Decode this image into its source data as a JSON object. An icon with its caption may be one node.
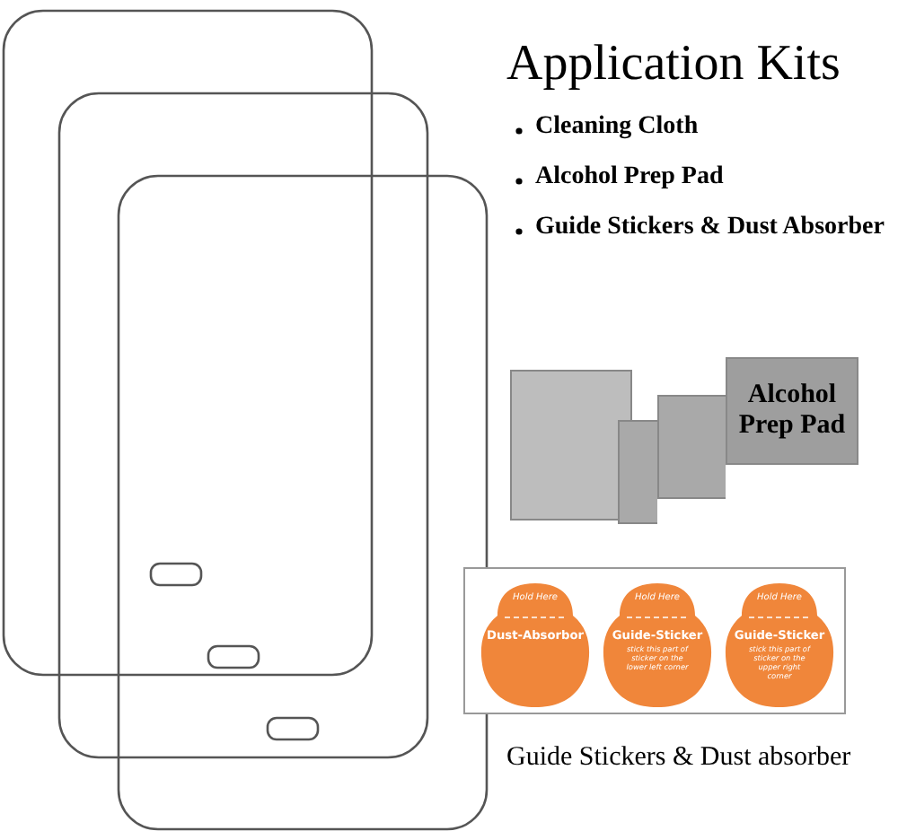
{
  "diagram": {
    "title": "Application Kits",
    "caption": "Guide Stickers & Dust absorber",
    "labels": [
      "Cleaning Cloth",
      "Alcohol Prep Pad",
      "Guide Stickers & Dust Absorber"
    ],
    "nodes": [
      {
        "text": [],
        "shape": "box"
      },
      {
        "text": [],
        "shape": "box"
      },
      {
        "text": [],
        "shape": "box"
      },
      {
        "text": [
          "Alcohol Prep Pad"
        ]
      },
      {
        "text": [],
        "shape": "box"
      },
      {
        "text": [
          "Hold Here",
          "Dust-Absorbor"
        ],
        "in": 4
      },
      {
        "text": [
          "Hold Here",
          "Guide-Sticker",
          "stick this part of sticker on the lower left corner"
        ],
        "in": 4
      },
      {
        "text": [
          "Hold Here",
          "Guide-Sticker",
          "stick this part of sticker on the upper right corner"
        ],
        "in": 4
      }
    ],
    "edges": []
  }
}
